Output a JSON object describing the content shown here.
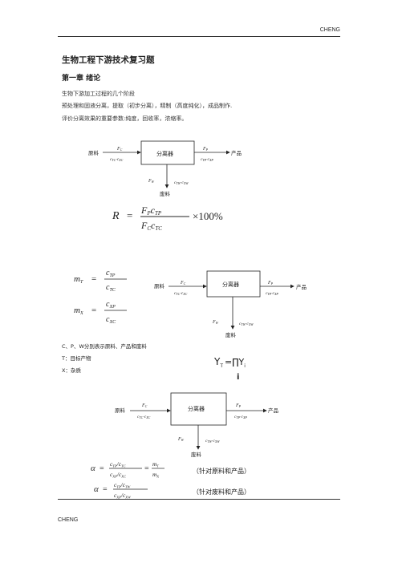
{
  "header": {
    "right_label": "CHENG"
  },
  "footer": {
    "left_label": "CHENG"
  },
  "doc": {
    "title": "生物工程下游技术复习题",
    "chapter": "第一章  绪论",
    "lines": [
      "生物下游加工过程的几个阶段",
      "预处理和固液分离，提取（初步分离），精制（高度纯化），成品制作.",
      "评价分离效果的重要参数:纯度，回收率，浓缩率。"
    ]
  },
  "diagram": {
    "separator": "分离器",
    "feed": "原料",
    "product": "产品",
    "waste": "废料",
    "fc": "F",
    "fc_sub": "C",
    "fp": "F",
    "fp_sub": "P",
    "fw": "F",
    "fw_sub": "W",
    "c_feed": "c",
    "c_feed_sub": "TC",
    "c_feed2": "c",
    "c_feed2_sub": "XC",
    "c_prod": "c",
    "c_prod_sub": "TP",
    "c_prod2": "c",
    "c_prod2_sub": "XP",
    "c_waste": "c",
    "c_waste_sub": "TW",
    "c_waste2": "c",
    "c_waste2_sub": "XW"
  },
  "formulas": {
    "recovery_lhs": "R",
    "recovery_tail": "×100%",
    "mt_lhs": "m",
    "mt_sub": "T",
    "mx_lhs": "m",
    "mx_sub": "X",
    "legend1": "C、P、W分别表示原料、产品和废料",
    "legend2": "T：目标产物",
    "legend3": "X：杂质",
    "y_lhs": "Y",
    "y_sub": "T",
    "y_rhs": "=∏Y",
    "y_rhs_sub": "i",
    "y_index": "i",
    "alpha": "α",
    "note_feed_product": "（针对原料和产品）",
    "note_waste_product": "（针对废料和产品）"
  }
}
